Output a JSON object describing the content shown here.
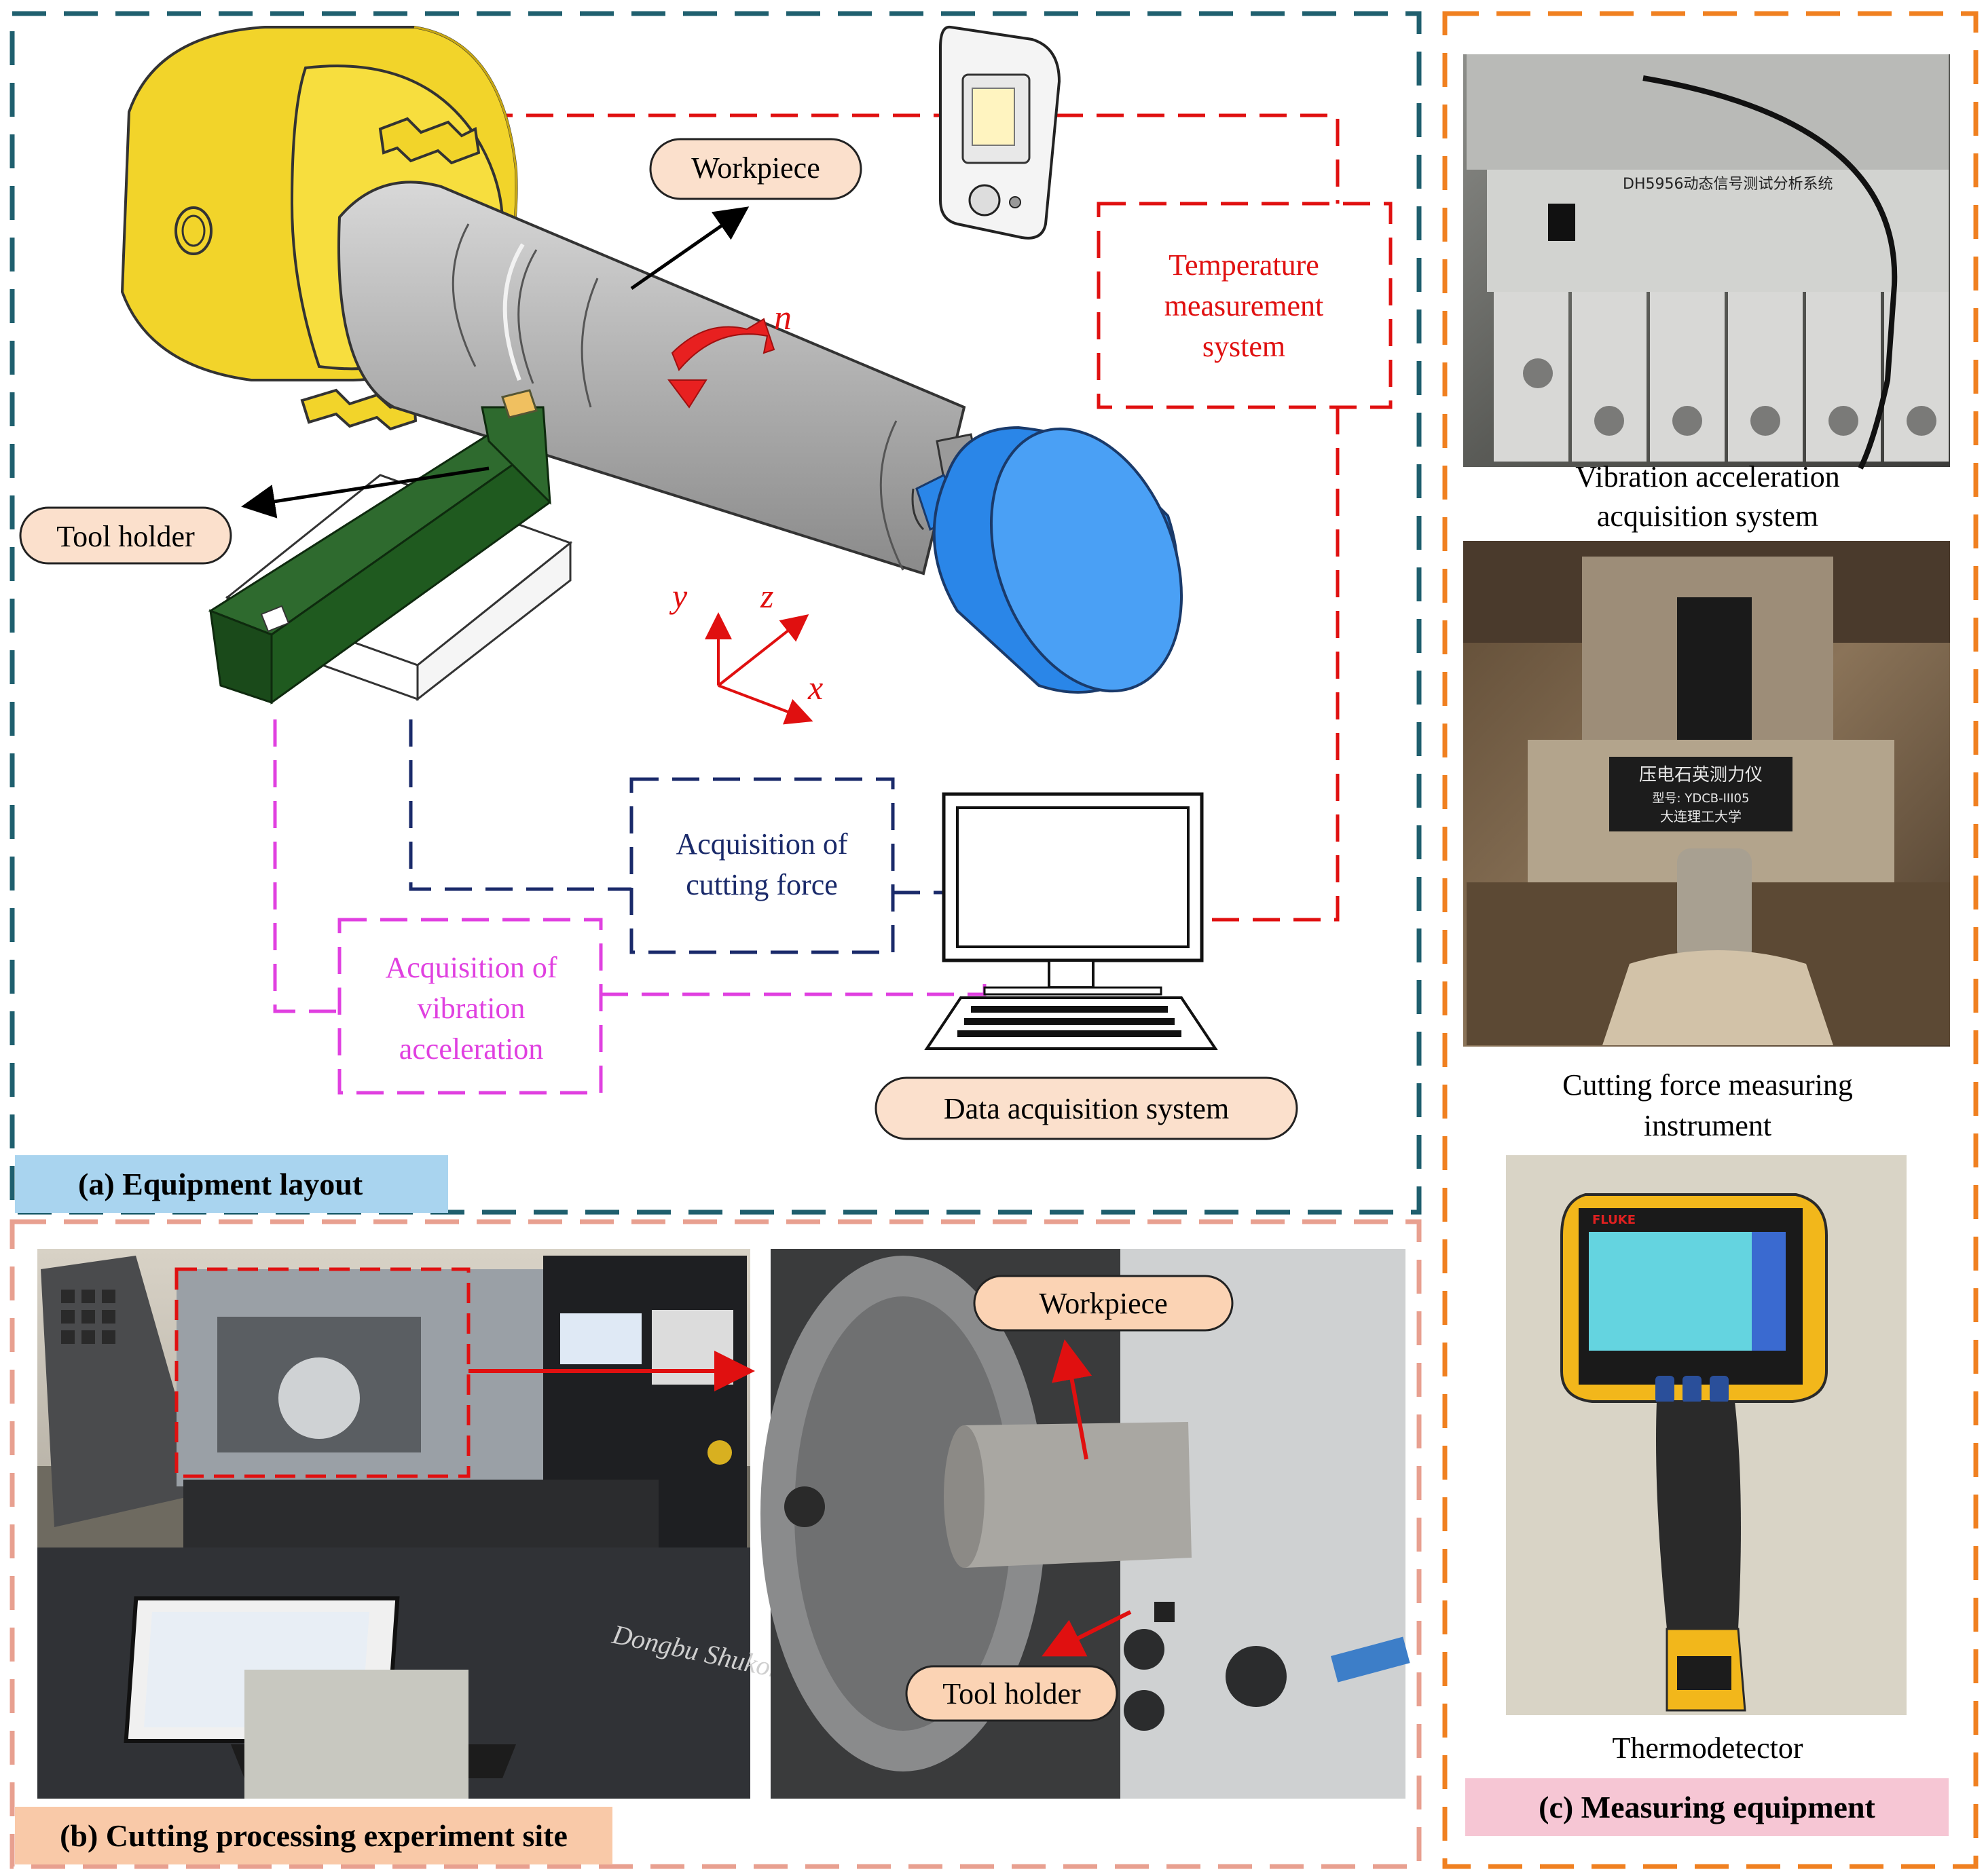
{
  "panel_a": {
    "caption": "(a) Equipment layout",
    "labels": {
      "workpiece": "Workpiece",
      "tool_holder": "Tool holder",
      "temperature_system": [
        "Temperature",
        "measurement",
        "system"
      ],
      "cutting_force": [
        "Acquisition of",
        "cutting force"
      ],
      "vibration": [
        "Acquisition of",
        "vibration",
        "acceleration"
      ],
      "data_acquisition": "Data acquisition system",
      "rotation": "n",
      "axes": {
        "x": "x",
        "y": "y",
        "z": "z"
      }
    }
  },
  "panel_b": {
    "caption": "(b) Cutting processing experiment site",
    "photo_labels": {
      "workpiece": "Workpiece",
      "tool_holder": "Tool holder"
    },
    "machine_brand": "Dongbu Shukong"
  },
  "panel_c": {
    "caption": "(c) Measuring equipment",
    "items": [
      {
        "caption": [
          "Vibration acceleration",
          "acquisition system"
        ],
        "device_text": "DH5956动态信号测试分析系统"
      },
      {
        "caption": [
          "Cutting force measuring",
          "instrument"
        ],
        "device_text": [
          "压电石英测力仪",
          "型号: YDCB-III05",
          "大连理工大学"
        ]
      },
      {
        "caption": [
          "Thermodetector"
        ],
        "device_text": "FLUKE"
      }
    ]
  },
  "colors": {
    "panel_a_border": "#1f5f6e",
    "panel_b_border": "#e8a090",
    "panel_c_border": "#f08020",
    "temperature_line": "#e01010",
    "cutting_force_line": "#1a2a6a",
    "vibration_line": "#e040e0",
    "chuck": "#f2d42a",
    "workpiece": "#b8b8b8",
    "tailstock": "#2a86e8",
    "tool_holder": "#1f5a1f",
    "label_fill": "#fbe0cc",
    "caption_a_fill": "#a9d4ef",
    "caption_b_fill": "#f9c9a8",
    "caption_c_fill": "#f6c6d4"
  }
}
